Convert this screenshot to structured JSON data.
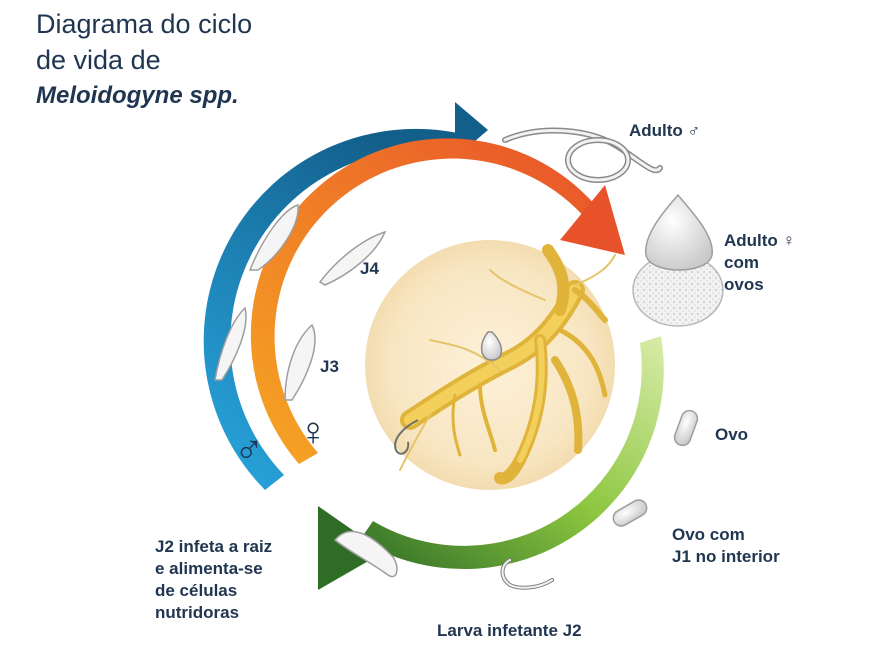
{
  "title": {
    "line1": "Diagrama do ciclo",
    "line2": "de vida de",
    "line3": "Meloidogyne spp."
  },
  "labels": {
    "adult_male": "Adulto ♂",
    "adult_female_1": "Adulto ♀",
    "adult_female_2": "com",
    "adult_female_3": "ovos",
    "egg": "Ovo",
    "egg_j1_1": "Ovo com",
    "egg_j1_2": "J1 no interior",
    "larva_j2": "Larva infetante J2",
    "j2_infects_1": "J2 infeta a raiz",
    "j2_infects_2": "e alimenta-se",
    "j2_infects_3": "de células",
    "j2_infects_4": "nutridoras",
    "j3": "J3",
    "j4": "J4",
    "male_symbol": "♂",
    "female_symbol": "♀"
  },
  "colors": {
    "blue_arc": "#1e88c7",
    "orange_arc": "#f07d2a",
    "green_arc": "#5fa531",
    "text": "#1f3550"
  }
}
